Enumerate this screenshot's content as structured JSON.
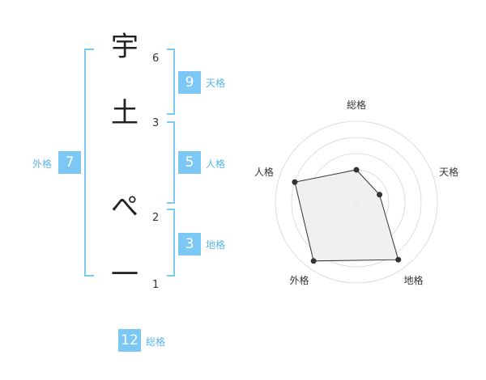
{
  "name_chars": [
    {
      "char": "宇",
      "strokes": "6"
    },
    {
      "char": "土",
      "strokes": "3"
    },
    {
      "char": "ぺ",
      "strokes": "2"
    },
    {
      "char": "一",
      "strokes": "1"
    }
  ],
  "fortunes": {
    "tenkaku": {
      "value": "9",
      "label": "天格"
    },
    "jinkaku": {
      "value": "5",
      "label": "人格"
    },
    "chikaku": {
      "value": "3",
      "label": "地格"
    },
    "gaikaku": {
      "value": "7",
      "label": "外格"
    },
    "soukaku": {
      "value": "12",
      "label": "総格"
    }
  },
  "chart_data": {
    "type": "radar",
    "axes": [
      "総格",
      "天格",
      "地格",
      "外格",
      "人格"
    ],
    "values": [
      0.4,
      0.3,
      0.88,
      0.9,
      0.8
    ],
    "rings": 5,
    "colors": {
      "fill": "#eeeeee",
      "stroke": "#333333",
      "grid": "#dddddd",
      "accent": "#7cc8f5"
    }
  }
}
